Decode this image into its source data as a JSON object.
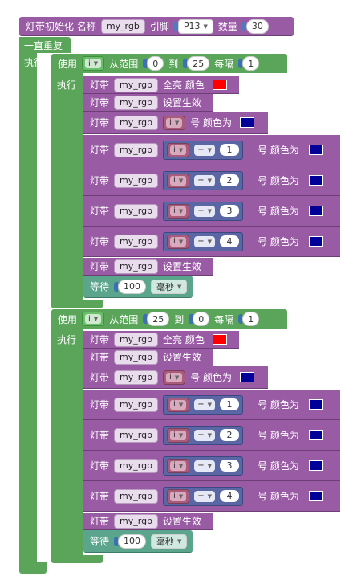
{
  "init": {
    "label1": "灯带初始化 名称",
    "name": "my_rgb",
    "label2": "引脚",
    "pin": "P13",
    "label3": "数量",
    "count": "30"
  },
  "forever": {
    "label": "一直重复",
    "exec": "执行"
  },
  "colors": {
    "red": "#ff0000",
    "blue": "#000099",
    "purple": "#9a5ba5",
    "green": "#5ba55b",
    "teal": "#5ba58c"
  },
  "loop1": {
    "use": "使用",
    "var": "i",
    "from": "从范围",
    "start": "0",
    "to": "到",
    "end": "25",
    "step_label": "每隔",
    "step": "1",
    "exec": "执行",
    "all_label": "灯带",
    "all_name": "my_rgb",
    "all_color_label": "全亮 颜色",
    "show_label": "灯带",
    "show_name": "my_rgb",
    "show_text": "设置生效",
    "pix_label": "灯带",
    "pix_name": "my_rgb",
    "pix_var": "i",
    "pix_text": "号 颜色为",
    "ops": [
      {
        "label": "灯带",
        "name": "my_rgb",
        "var": "i",
        "op": "+",
        "num": "1",
        "text": "号 颜色为"
      },
      {
        "label": "灯带",
        "name": "my_rgb",
        "var": "i",
        "op": "+",
        "num": "2",
        "text": "号 颜色为"
      },
      {
        "label": "灯带",
        "name": "my_rgb",
        "var": "i",
        "op": "+",
        "num": "3",
        "text": "号 颜色为"
      },
      {
        "label": "灯带",
        "name": "my_rgb",
        "var": "i",
        "op": "+",
        "num": "4",
        "text": "号 颜色为"
      }
    ],
    "show2_label": "灯带",
    "show2_name": "my_rgb",
    "show2_text": "设置生效",
    "wait_label": "等待",
    "wait_value": "100",
    "wait_unit": "毫秒"
  },
  "loop2": {
    "use": "使用",
    "var": "i",
    "from": "从范围",
    "start": "25",
    "to": "到",
    "end": "0",
    "step_label": "每隔",
    "step": "1",
    "exec": "执行",
    "all_label": "灯带",
    "all_name": "my_rgb",
    "all_color_label": "全亮 颜色",
    "show_label": "灯带",
    "show_name": "my_rgb",
    "show_text": "设置生效",
    "pix_label": "灯带",
    "pix_name": "my_rgb",
    "pix_var": "i",
    "pix_text": "号 颜色为",
    "ops": [
      {
        "label": "灯带",
        "name": "my_rgb",
        "var": "i",
        "op": "+",
        "num": "1",
        "text": "号 颜色为"
      },
      {
        "label": "灯带",
        "name": "my_rgb",
        "var": "i",
        "op": "+",
        "num": "2",
        "text": "号 颜色为"
      },
      {
        "label": "灯带",
        "name": "my_rgb",
        "var": "i",
        "op": "+",
        "num": "3",
        "text": "号 颜色为"
      },
      {
        "label": "灯带",
        "name": "my_rgb",
        "var": "i",
        "op": "+",
        "num": "4",
        "text": "号 颜色为"
      }
    ],
    "show2_label": "灯带",
    "show2_name": "my_rgb",
    "show2_text": "设置生效",
    "wait_label": "等待",
    "wait_value": "100",
    "wait_unit": "毫秒"
  }
}
